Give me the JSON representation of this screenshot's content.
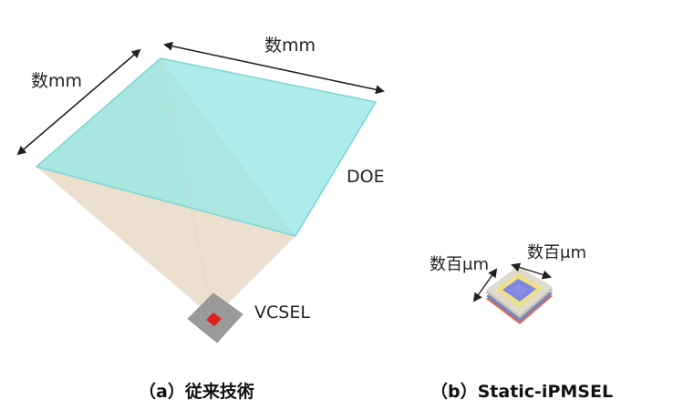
{
  "labels": {
    "width_dim": "数mm",
    "depth_dim": "数mm",
    "doe": "DOE",
    "vcsel": "VCSEL",
    "depth_dim_small": "数百μm",
    "width_dim_small": "数百μm"
  },
  "captions": {
    "a": "（a）従来技術",
    "b": "（b）Static-iPMSEL"
  },
  "colors": {
    "doe_fill": "#8fe6e3",
    "cone_fill": "#ecd9c8",
    "vcsel_chip": "#9a9a9a",
    "vcsel_emitter": "#e02020",
    "arrow": "#222222"
  }
}
